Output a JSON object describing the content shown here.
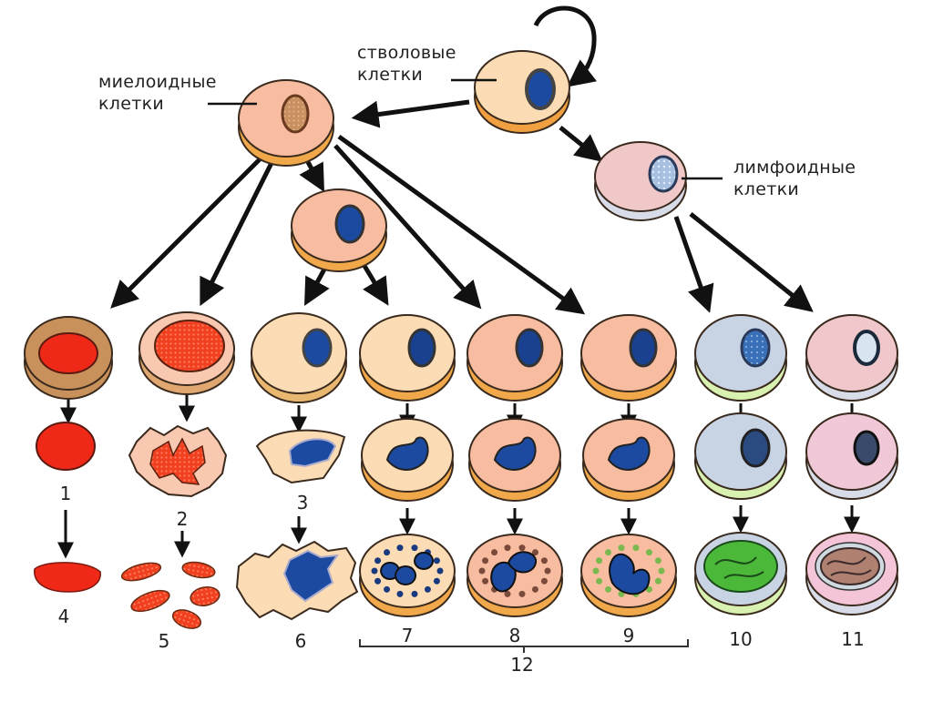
{
  "labels": {
    "stem": [
      "стволовые",
      "клетки"
    ],
    "myeloid": [
      "миелоидные",
      "клетки"
    ],
    "lymphoid": [
      "лимфоидные",
      "клетки"
    ]
  },
  "numbers": [
    "1",
    "2",
    "3",
    "4",
    "5",
    "6",
    "7",
    "8",
    "9",
    "10",
    "11",
    "12"
  ],
  "colors": {
    "outline": "#3a2a1e",
    "arrow": "#111111",
    "stem_body": "#fbdcb4",
    "stem_base": "#f0a040",
    "myeloid_body": "#f8bca0",
    "myeloid_base": "#f0a84a",
    "lymphoid_body": "#f0c8c8",
    "lymphoid_base": "#d8dce8",
    "nucleus_blue": "#1c4aa0",
    "red_cell": "#f02818",
    "green_granule": "#7ab850",
    "lymph_green": "#4cb83a",
    "mono_brown": "#b08070",
    "lymph_body_blue": "#c8d4e4",
    "lymph_base_green": "#d8f0b0"
  }
}
